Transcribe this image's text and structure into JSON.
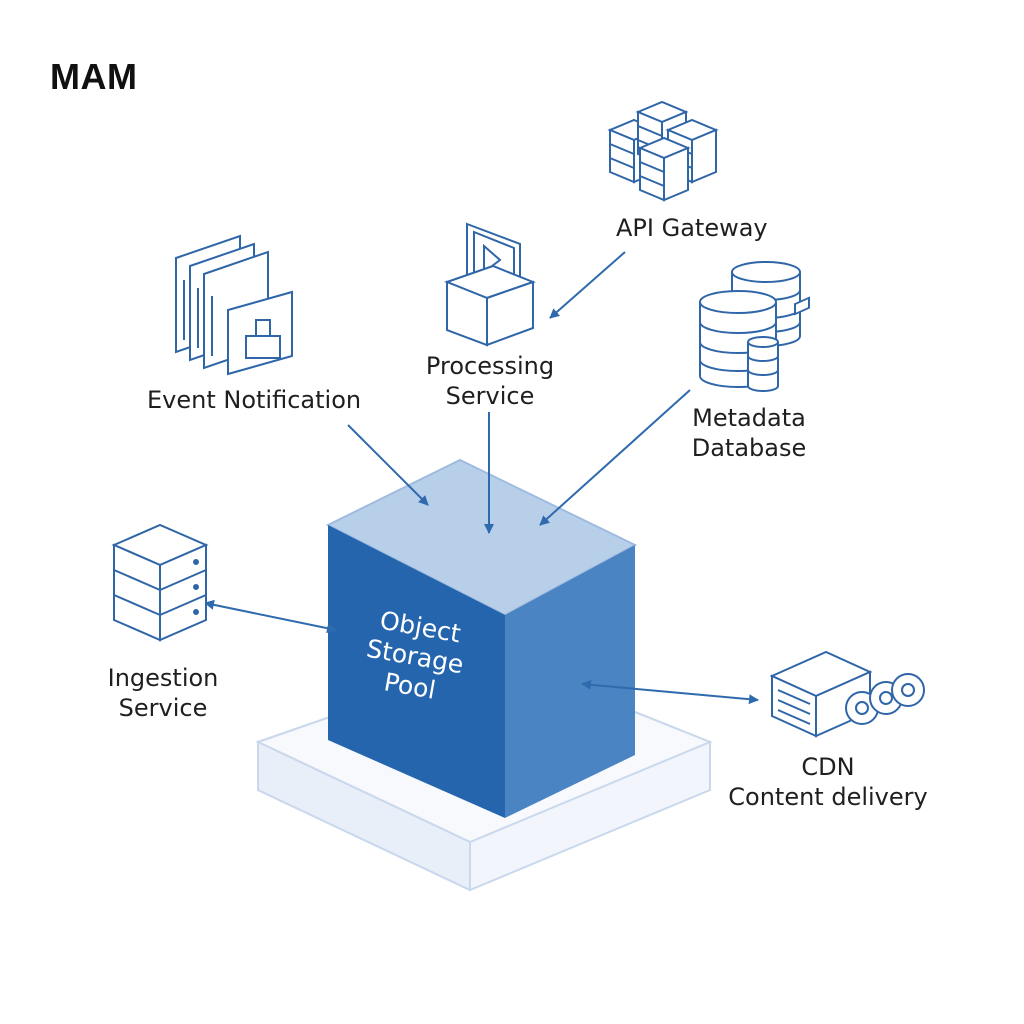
{
  "title": "MAM",
  "storage": {
    "label_lines": [
      "Object",
      "Storage",
      "Pool"
    ]
  },
  "nodes": {
    "event_notification": {
      "lines": [
        "Event Notification"
      ],
      "icon": "document-stack-icon"
    },
    "processing_service": {
      "lines": [
        "Processing",
        "Service"
      ],
      "icon": "media-box-icon"
    },
    "api_gateway": {
      "lines": [
        "API Gateway"
      ],
      "icon": "server-cluster-icon"
    },
    "metadata_database": {
      "lines": [
        "Metadata",
        "Database"
      ],
      "icon": "database-icon"
    },
    "ingestion_service": {
      "lines": [
        "Ingestion",
        "Service"
      ],
      "icon": "server-rack-icon"
    },
    "cdn": {
      "lines": [
        "CDN",
        "Content delivery"
      ],
      "icon": "cdn-gears-icon"
    }
  },
  "colors": {
    "accent": "#2f6aad",
    "cube_front": "#2565ad",
    "cube_side": "#4a84c2",
    "cube_top": "#b8cfea",
    "platform": "#eef3fa",
    "platform_stroke": "#c3d4ea",
    "icon_stroke": "#2f66a8"
  }
}
